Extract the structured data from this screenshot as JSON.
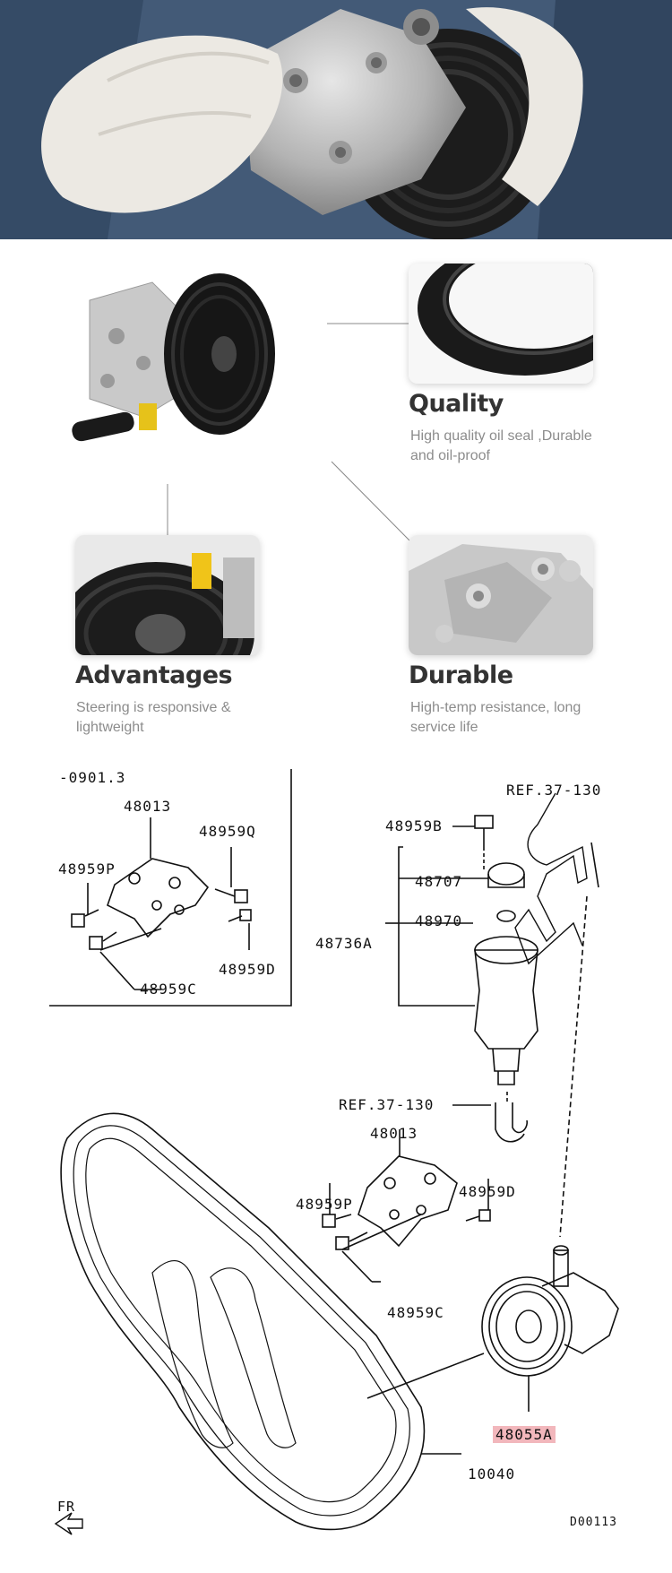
{
  "hero": {
    "icon": "gloved-hands-holding-pump"
  },
  "features": [
    {
      "title": "Quality",
      "desc_line1": "High quality oil seal ,Durable",
      "desc_line2": "and oil-proof",
      "icon": "oil-seal"
    },
    {
      "title": "Advantages",
      "desc_line1": "Steering is responsive &",
      "desc_line2": "lightweight",
      "icon": "pulley-closeup"
    },
    {
      "title": "Durable",
      "desc_line1": "High-temp resistance, long",
      "desc_line2": "service life",
      "icon": "pump-housing"
    }
  ],
  "diagram": {
    "inset": {
      "date_code": "-0901.3",
      "labels": [
        "48013",
        "48959Q",
        "48959P",
        "48959D",
        "48959C"
      ]
    },
    "reservoir": {
      "ref_top": "REF.37-130",
      "ref_bottom": "REF.37-130",
      "labels": [
        "48959B",
        "48707",
        "48970",
        "48736A"
      ]
    },
    "bracket": {
      "labels": [
        "48013",
        "48959P",
        "48959D",
        "48959C"
      ]
    },
    "pump_label": "48055A",
    "belt_label": "10040",
    "front_label": "FR",
    "diagram_code": "D00113",
    "highlight_color": "#f2b7bc"
  }
}
